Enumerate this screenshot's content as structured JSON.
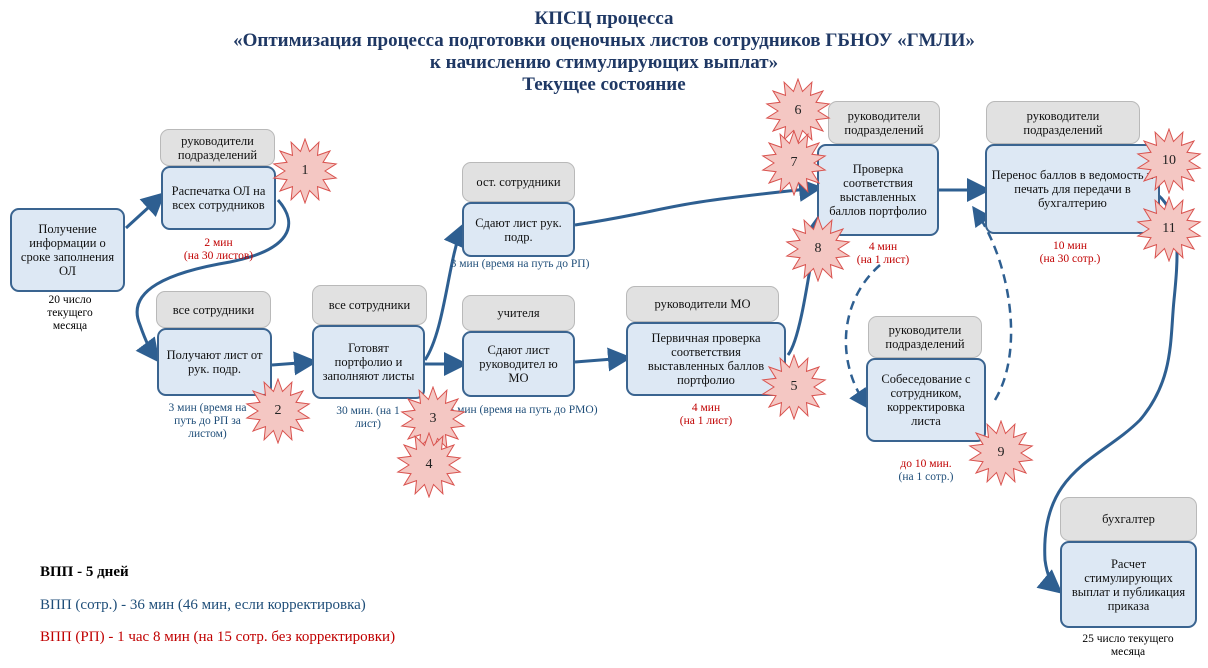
{
  "title": {
    "line1": "КПСЦ процесса",
    "line2": "«Оптимизация процесса подготовки оценочных листов сотрудников ГБНОУ «ГМЛИ»",
    "line3": "к начислению стимулирующих выплат»",
    "line4": "Текущее состояние"
  },
  "colors": {
    "accent": "#1f4e79",
    "red": "#c00000",
    "box_fill": "#dde8f4",
    "role_fill": "#e1e1e1",
    "star_fill": "#f4c7c3"
  },
  "start": {
    "label": "Получение информации о сроке заполнения ОЛ",
    "note": "20 число текущего месяца"
  },
  "steps": [
    {
      "role": "руководители подразделений",
      "label": "Распечатка ОЛ на всех сотрудников",
      "time": "2 мин",
      "time_detail": "(на 30 листов)"
    },
    {
      "role": "все сотрудники",
      "label": "Получают лист от рук. подр.",
      "time": "3 мин (время на путь до РП за листом)"
    },
    {
      "role": "все сотрудники",
      "label": "Готовят портфолио и заполняют листы",
      "time": "30 мин. (на 1 лист)"
    },
    {
      "role": "ост. сотрудники",
      "label": "Сдают лист рук. подр.",
      "time": "3 мин (время на путь до РП)"
    },
    {
      "role": "учителя",
      "label": "Сдают лист руководител ю МО",
      "time": "3 мин (время на путь до РМО)"
    },
    {
      "role": "руководители МО",
      "label": "Первичная проверка соответствия выставленных баллов портфолио",
      "time": "4 мин",
      "time_detail": "(на 1 лист)"
    },
    {
      "role": "руководители подразделений",
      "label": "Проверка соответствия выставленных баллов портфолио",
      "time": "4 мин",
      "time_detail": "(на 1 лист)"
    },
    {
      "role": "руководители подразделений",
      "label": "Собеседование с сотрудником, корректировка листа",
      "time": "до 10 мин.",
      "time_detail": "(на 1 сотр.)"
    },
    {
      "role": "руководители подразделений",
      "label": "Перенос баллов в ведомость и печать для передачи в бухгалтерию",
      "time": "10 мин",
      "time_detail": "(на 30 сотр.)"
    },
    {
      "role": "бухгалтер",
      "label": "Расчет стимулирующих выплат и публикация приказа",
      "note": "25 число текущего месяца"
    }
  ],
  "stars": [
    "1",
    "2",
    "3",
    "4",
    "5",
    "6",
    "7",
    "8",
    "9",
    "10",
    "11"
  ],
  "legend": {
    "line1_label": "ВПП",
    "line1_value": " - 5 дней",
    "line2_label": "ВПП (сотр.)",
    "line2_value": " - 36 мин (46 мин, если корректировка)",
    "line3_label": "ВПП (РП)",
    "line3_value": " - 1 час 8 мин (на 15 сотр. без корректировки)"
  }
}
